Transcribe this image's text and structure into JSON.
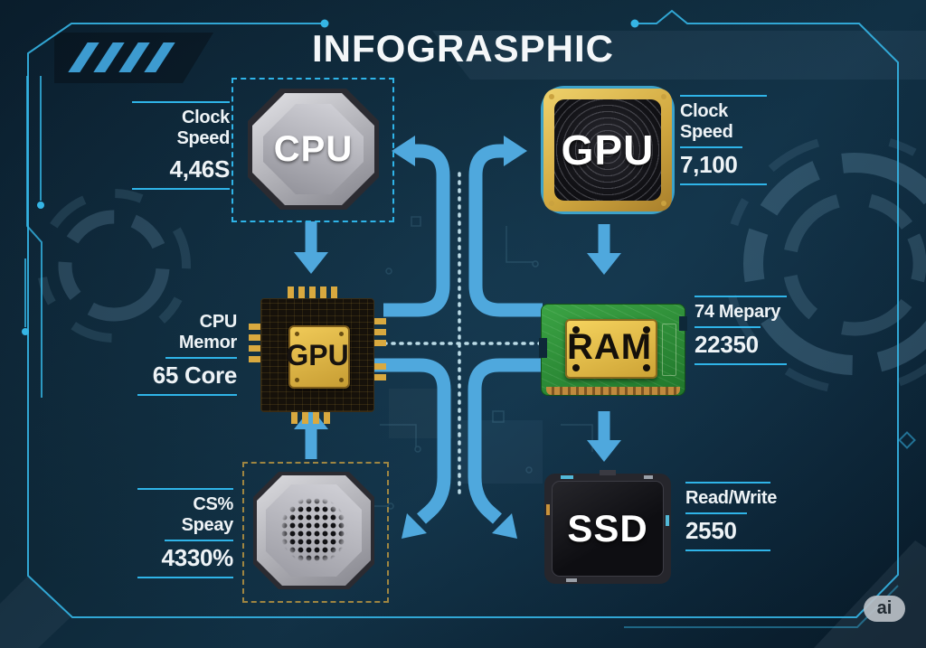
{
  "title": "INFOGRASPHIC",
  "watermark": "ai",
  "colors": {
    "background": "#0e2838",
    "arrow_blue": "#4fa8dd",
    "line_cyan": "#2fb4e8",
    "chip_gold": "#d2a940",
    "pcb_green": "#2f9038",
    "text": "#eef3f6"
  },
  "nodes": {
    "cpu": {
      "chip": "CPU",
      "label": "Clock Speed",
      "value": "4,46S"
    },
    "gpu_top": {
      "chip": "GPU",
      "label": "Clock Speed",
      "value": "7,100"
    },
    "gpu_mid": {
      "chip": "GPU",
      "label": "CPU Memor",
      "value": "65 Core"
    },
    "ram": {
      "chip": "RAM",
      "label": "74 Mepary",
      "value": "22350"
    },
    "sensor": {
      "chip": "",
      "label": "CS% Speay",
      "value": "4330%"
    },
    "ssd": {
      "chip": "SSD",
      "label": "Read/Write",
      "value": "2550"
    }
  }
}
